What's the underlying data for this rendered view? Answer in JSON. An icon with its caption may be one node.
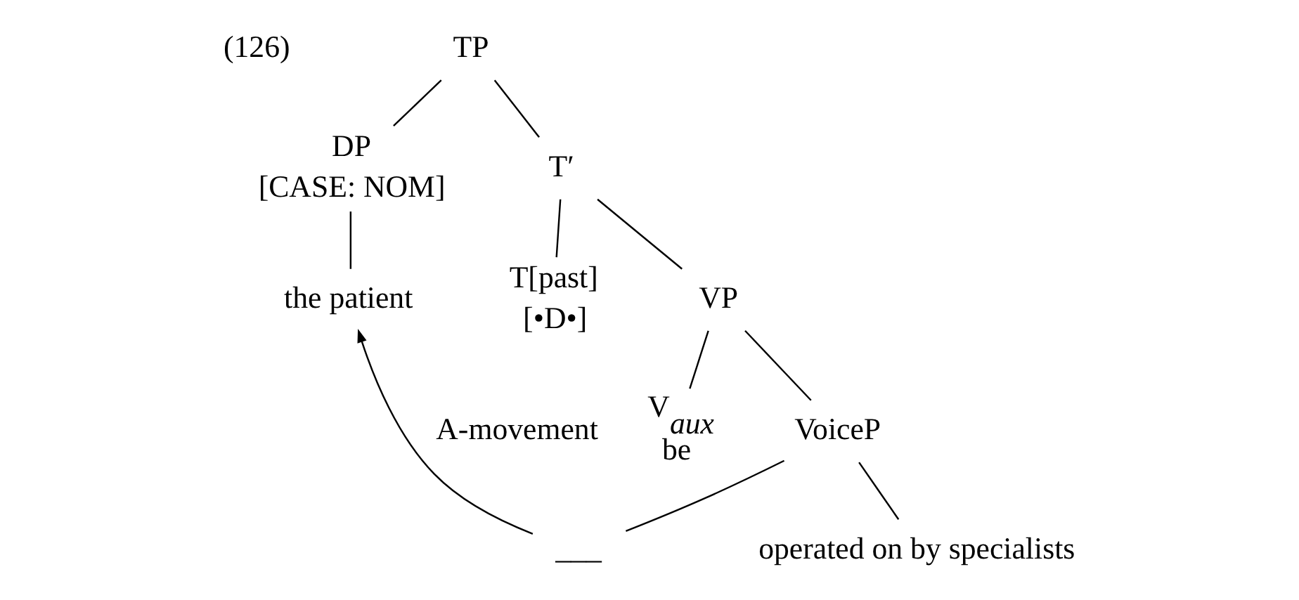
{
  "diagram": {
    "nodes": [
      {
        "text": [
          "TP"
        ]
      },
      {
        "text": [
          "DP",
          "[CASE: NOM]"
        ]
      },
      {
        "text": [
          "the patient"
        ]
      },
      {
        "text": [
          "T′"
        ]
      },
      {
        "text": [
          "T[past]",
          "[•D•]"
        ]
      },
      {
        "text": [
          "VP"
        ]
      },
      {
        "text": [
          "V$_{aux}$",
          "be"
        ]
      },
      {
        "text": [
          "VoiceP"
        ]
      },
      {
        "text": [
          "___"
        ]
      },
      {
        "text": [
          "operated on by specialists"
        ]
      }
    ],
    "edges": [
      {
        "from": 0,
        "to": 1,
        "arrow": "none"
      },
      {
        "from": 0,
        "to": 3,
        "arrow": "none"
      },
      {
        "from": 1,
        "to": 2,
        "arrow": "none"
      },
      {
        "from": 3,
        "to": 4,
        "arrow": "none"
      },
      {
        "from": 3,
        "to": 5,
        "arrow": "none"
      },
      {
        "from": 5,
        "to": 6,
        "arrow": "none"
      },
      {
        "from": 5,
        "to": 7,
        "arrow": "none"
      },
      {
        "from": 7,
        "to": 8,
        "arrow": "none"
      },
      {
        "from": 7,
        "to": 9,
        "arrow": "none"
      },
      {
        "from": 8,
        "to": 2,
        "arrow": "to",
        "label": "A-movement"
      }
    ],
    "labels": [
      "(126)"
    ]
  }
}
